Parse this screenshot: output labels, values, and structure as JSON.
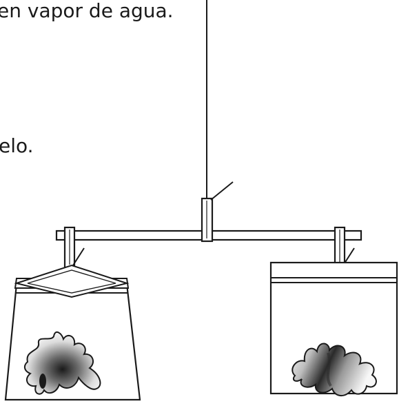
{
  "text": {
    "line1": "en vapor de agua.",
    "line2": "elo."
  },
  "colors": {
    "stroke": "#1a1a1a",
    "background": "#ffffff",
    "stain_dark": "#222222",
    "stain_light": "#f4f4f4"
  },
  "diagram": {
    "objects": [
      "hanging-string",
      "balance-beam",
      "center-clothespin",
      "left-clothespin",
      "right-clothespin",
      "left-bag-trapezoid",
      "right-bag-square",
      "left-wet-cloth",
      "right-wet-cloth"
    ]
  }
}
